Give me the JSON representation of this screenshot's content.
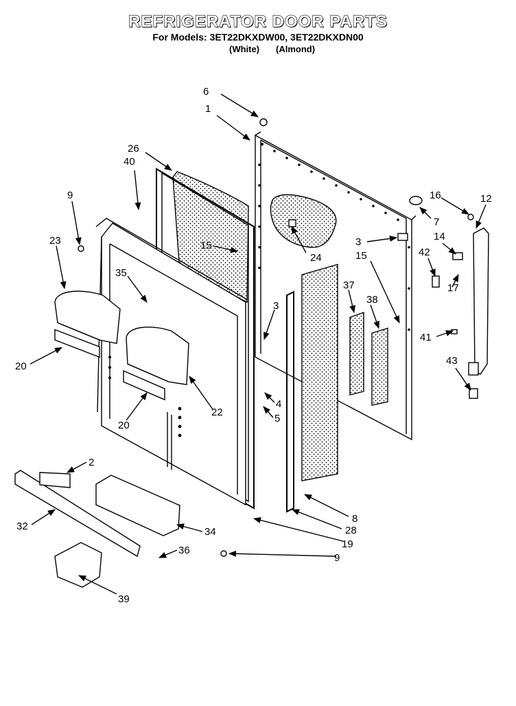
{
  "header": {
    "title": "REFRIGERATOR DOOR PARTS",
    "models": "For Models: 3ET22DKXDW00, 3ET22DKXDN00",
    "color_white": "(White)",
    "color_almond": "(Almond)"
  },
  "callouts": {
    "p1": "1",
    "p2": "2",
    "p3a": "3",
    "p3b": "3",
    "p4": "4",
    "p5": "5",
    "p6": "6",
    "p7": "7",
    "p8": "8",
    "p9a": "9",
    "p9b": "9",
    "p12": "12",
    "p14": "14",
    "p15a": "15",
    "p15b": "15",
    "p16": "16",
    "p17": "17",
    "p19": "19",
    "p20a": "20",
    "p20b": "20",
    "p22": "22",
    "p23": "23",
    "p24": "24",
    "p26": "26",
    "p28": "28",
    "p32": "32",
    "p34": "34",
    "p35": "35",
    "p36": "36",
    "p37": "37",
    "p38": "38",
    "p39": "39",
    "p40": "40",
    "p41": "41",
    "p42": "42",
    "p43": "43"
  }
}
